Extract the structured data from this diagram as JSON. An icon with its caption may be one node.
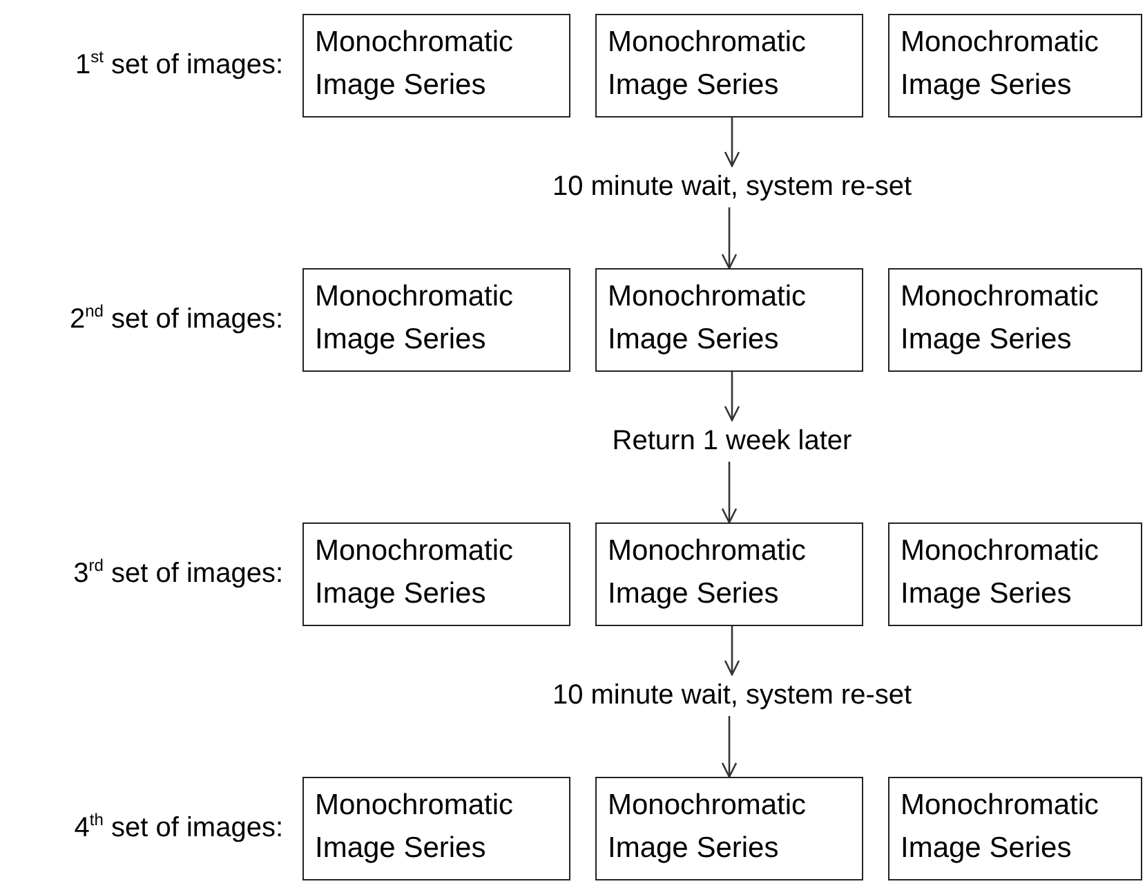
{
  "diagram": {
    "nodes": [
      {
        "text": [
          "Monochromatic Image Series"
        ]
      },
      {
        "text": [
          "Monochromatic Image Series"
        ]
      },
      {
        "text": [
          "Monochromatic Image Series"
        ]
      },
      {
        "text": [
          "10 minute wait, system re-set"
        ]
      },
      {
        "text": [
          "Monochromatic Image Series"
        ]
      },
      {
        "text": [
          "Monochromatic Image Series"
        ]
      },
      {
        "text": [
          "Monochromatic Image Series"
        ]
      },
      {
        "text": [
          "Return 1 week later"
        ]
      },
      {
        "text": [
          "Monochromatic Image Series"
        ]
      },
      {
        "text": [
          "Monochromatic Image Series"
        ]
      },
      {
        "text": [
          "Monochromatic Image Series"
        ]
      },
      {
        "text": [
          "10 minute wait, system re-set"
        ]
      },
      {
        "text": [
          "Monochromatic Image Series"
        ]
      },
      {
        "text": [
          "Monochromatic Image Series"
        ]
      },
      {
        "text": [
          "Monochromatic Image Series"
        ]
      }
    ],
    "edges": [
      {
        "from": 1,
        "to": 3,
        "arrow": "to"
      },
      {
        "from": 3,
        "to": 5,
        "arrow": "to"
      },
      {
        "from": 5,
        "to": 7,
        "arrow": "to"
      },
      {
        "from": 7,
        "to": 9,
        "arrow": "to"
      },
      {
        "from": 9,
        "to": 11,
        "arrow": "to"
      },
      {
        "from": 11,
        "to": 13,
        "arrow": "to"
      }
    ],
    "labels": [
      "1$^{st}$ set of images:",
      "2$^{nd}$ set of images:",
      "3$^{rd}$ set of images:",
      "4$^{th}$ set of images:"
    ]
  }
}
